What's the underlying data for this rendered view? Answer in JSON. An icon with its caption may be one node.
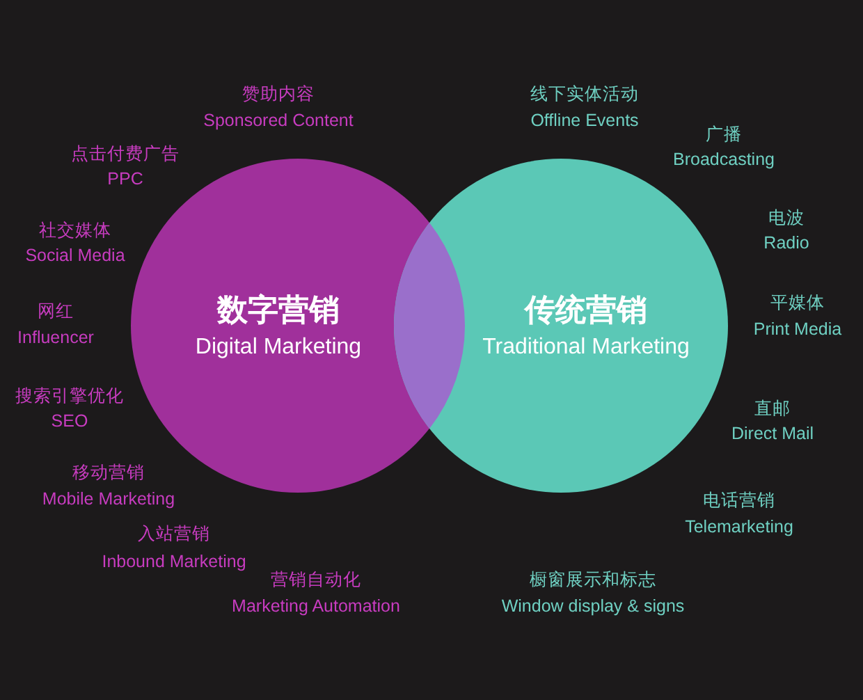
{
  "diagram": {
    "nodes": [
      {
        "text": [
          "数字营销",
          "Digital Marketing"
        ]
      },
      {
        "text": [
          "传统营销",
          "Traditional Marketing"
        ]
      }
    ],
    "labels": [
      "赞助内容",
      "Sponsored Content",
      "点击付费广告",
      "PPC",
      "社交媒体",
      "Social Media",
      "网红",
      "Influencer",
      "搜索引擎优化",
      "SEO",
      "移动营销",
      "Mobile Marketing",
      "入站营销",
      "Inbound Marketing",
      "营销自动化",
      "Marketing Automation",
      "线下实体活动",
      "Offline Events",
      "广播",
      "Broadcasting",
      "电波",
      "Radio",
      "平媒体",
      "Print Media",
      "直邮",
      "Direct Mail",
      "电话营销",
      "Telemarketing",
      "橱窗展示和标志",
      "Window display & signs"
    ]
  }
}
